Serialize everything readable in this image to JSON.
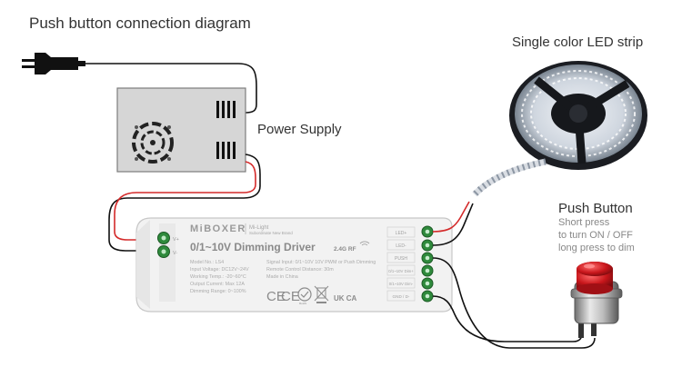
{
  "title": "Push button connection diagram",
  "labels": {
    "power_supply": "Power Supply",
    "led_strip": "Single color LED strip",
    "push_button": "Push Button",
    "push_button_notes": [
      "Short press",
      "to turn ON / OFF",
      "long press to dim"
    ]
  },
  "driver": {
    "brand": "MiBOXER",
    "sub_brand": "Mi-Light",
    "sub_brand_tagline": "Subordinate New Brand",
    "name": "0/1~10V Dimming Driver",
    "rf": "2.4G RF",
    "specs": [
      "Model No.: LS4",
      "Input Voltage: DC12V~24V",
      "Working Temp.: -20~60°C",
      "Output Current: Max 12A",
      "Dimming Range: 0~100%"
    ],
    "specs2": [
      "Signal Input: 0/1~10V 10V PWM or Push Dimming",
      "Remote Control Distance: 30m",
      "Made in China"
    ],
    "terminals": [
      "LED+",
      "LED-",
      "PUSH",
      "0/1~10V Dim+",
      "0/1~10V Dim-",
      "GND / D-"
    ],
    "input_labels": [
      "V+",
      "V-"
    ],
    "certs": [
      "CE",
      "CE",
      "RoHS",
      "UK CA"
    ]
  },
  "colors": {
    "wire_black": "#111111",
    "wire_red": "#d42a2a",
    "terminal_green": "#2f8a3c",
    "button_red": "#c8161b"
  }
}
